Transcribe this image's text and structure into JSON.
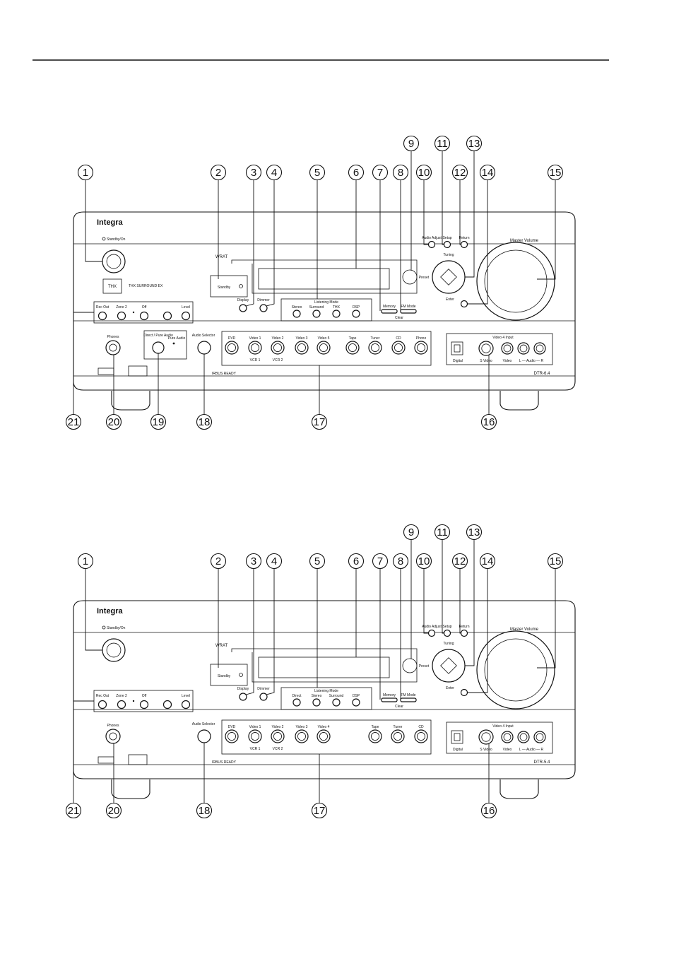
{
  "colors": {
    "ink": "#111111",
    "paper": "#ffffff"
  },
  "callouts": [
    "1",
    "2",
    "3",
    "4",
    "5",
    "6",
    "7",
    "8",
    "9",
    "10",
    "11",
    "12",
    "13",
    "14",
    "15",
    "16",
    "17",
    "18",
    "19",
    "20",
    "21"
  ],
  "panel_top": {
    "brand": "Integra",
    "standby_on": "Standby/On",
    "standby_indicator": "Standby",
    "thx_logo": "THX",
    "thx_label": "THX SURROUND EX",
    "display_logo": "WRAT",
    "display_btn": "Display",
    "dimmer_btn": "Dimmer",
    "listening_mode_title": "Listening Mode",
    "listening_modes": [
      "Stereo",
      "Surround",
      "THX",
      "DSP"
    ],
    "memory_btn": "Memory",
    "fm_mode_btn": "FM Mode",
    "clear_label": "Clear",
    "preset_label": "Preset",
    "audio_adjust": "Audio Adjust",
    "setup_btn": "Setup",
    "return_btn": "Return",
    "tuning_label": "Tuning",
    "enter_btn": "Enter",
    "master_volume": "Master Volume",
    "rec_out": "Rec Out",
    "zone2": "Zone 2",
    "off": "Off",
    "level": "Level",
    "phones": "Phones",
    "direct_pure_audio": "Direct / Pure Audio",
    "pure_audio": "Pure Audio",
    "audio_selector": "Audio Selector",
    "inputs": [
      "DVD",
      "Video 1",
      "Video 2",
      "Video 3",
      "Video 5",
      "Tape",
      "Tuner",
      "CD",
      "Phono"
    ],
    "vcr1": "VCR 1",
    "vcr2": "VCR 2",
    "video4_input": "Video 4 Input",
    "digital": "Digital",
    "s_video": "S Video",
    "video": "Video",
    "audio_lr": "L — Audio — R",
    "model": "DTR-6.4",
    "bus_ready": "IRBUS READY"
  },
  "panel_bottom": {
    "brand": "Integra",
    "standby_on": "Standby/On",
    "standby_indicator": "Standby",
    "display_logo": "WRAT",
    "display_btn": "Display",
    "dimmer_btn": "Dimmer",
    "listening_mode_title": "Listening Mode",
    "listening_modes": [
      "Direct",
      "Stereo",
      "Surround",
      "DSP"
    ],
    "memory_btn": "Memory",
    "fm_mode_btn": "FM Mode",
    "clear_label": "Clear",
    "preset_label": "Preset",
    "audio_adjust": "Audio Adjust",
    "setup_btn": "Setup",
    "return_btn": "Return",
    "tuning_label": "Tuning",
    "enter_btn": "Enter",
    "master_volume": "Master Volume",
    "rec_out": "Rec Out",
    "zone2": "Zone 2",
    "off": "Off",
    "level": "Level",
    "phones": "Phones",
    "audio_selector": "Audio Selector",
    "inputs": [
      "DVD",
      "Video 1",
      "Video 2",
      "Video 3",
      "Video 4",
      "Tape",
      "Tuner",
      "CD"
    ],
    "vcr1": "VCR 1",
    "vcr2": "VCR 2",
    "video4_input": "Video 4 Input",
    "digital": "Digital",
    "s_video": "S Video",
    "video": "Video",
    "audio_lr": "L — Audio — R",
    "model": "DTR-5.4",
    "bus_ready": "IRBUS READY"
  }
}
